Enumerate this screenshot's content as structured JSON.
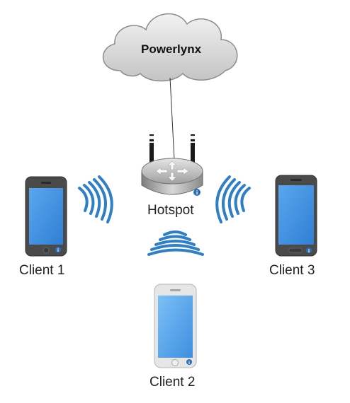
{
  "cloud": {
    "label": "Powerlynx"
  },
  "hotspot": {
    "label": "Hotspot"
  },
  "clients": [
    {
      "label": "Client 1"
    },
    {
      "label": "Client 2"
    },
    {
      "label": "Client 3"
    }
  ],
  "colors": {
    "wave": "#2e7fc8",
    "screen": "#3d8fe0",
    "phone_dark": "#4a4a4a",
    "phone_light": "#e6e6e6",
    "router": "#a9a9a9",
    "info_badge": "#2a6fb8"
  },
  "icons": [
    "cloud-icon",
    "router-icon",
    "smartphone-icon",
    "wifi-signal-icon",
    "info-icon"
  ]
}
